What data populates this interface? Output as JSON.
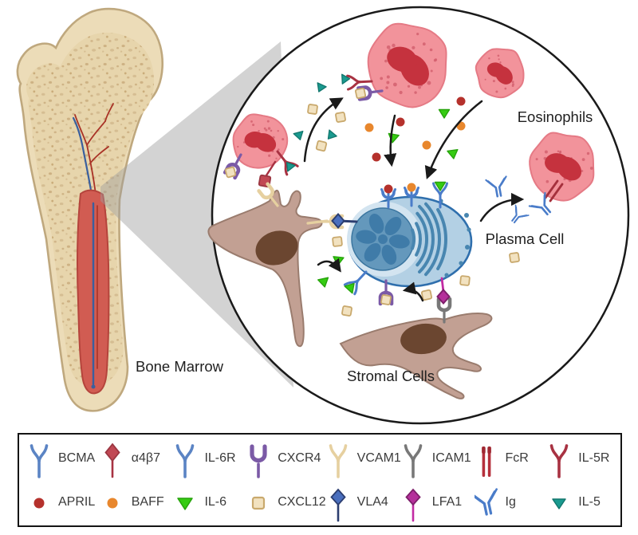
{
  "figure": {
    "description": "Bone marrow niche diagram: eosinophils and stromal cells supporting a plasma cell"
  },
  "labels": {
    "bone_marrow": "Bone Marrow",
    "eosinophils": "Eosinophils",
    "plasma_cell": "Plasma Cell",
    "stromal_cells": "Stromal Cells"
  },
  "legend": {
    "items": [
      {
        "label": "BCMA",
        "icon": "bcma-receptor-icon",
        "color": "#5b84c4"
      },
      {
        "label": "α4β7",
        "icon": "a4b7-integrin-icon",
        "color": "#b03a45"
      },
      {
        "label": "IL-6R",
        "icon": "il6r-receptor-icon",
        "color": "#5b84c4"
      },
      {
        "label": "CXCR4",
        "icon": "cxcr4-receptor-icon",
        "color": "#7b5aa6"
      },
      {
        "label": "VCAM1",
        "icon": "vcam1-receptor-icon",
        "color": "#e6d0a0"
      },
      {
        "label": "ICAM1",
        "icon": "icam1-receptor-icon",
        "color": "#787878"
      },
      {
        "label": "FcR",
        "icon": "fcr-receptor-icon",
        "color": "#b5303c"
      },
      {
        "label": "IL-5R",
        "icon": "il5r-receptor-icon",
        "color": "#a83242"
      },
      {
        "label": "APRIL",
        "icon": "april-ligand-icon",
        "color": "#b5312c"
      },
      {
        "label": "BAFF",
        "icon": "baff-ligand-icon",
        "color": "#e8872d"
      },
      {
        "label": "IL-6",
        "icon": "il6-ligand-icon",
        "color": "#35cc12"
      },
      {
        "label": "CXCL12",
        "icon": "cxcl12-ligand-icon",
        "color": "#f2e2c0"
      },
      {
        "label": "VLA4",
        "icon": "vla4-integrin-icon",
        "color": "#4a6fbe"
      },
      {
        "label": "LFA1",
        "icon": "lfa1-integrin-icon",
        "color": "#b5309b"
      },
      {
        "label": "Ig",
        "icon": "ig-antibody-icon",
        "color": "#4a7cc9"
      },
      {
        "label": "IL-5",
        "icon": "il5-ligand-icon",
        "color": "#1a9a8f"
      }
    ]
  },
  "colors": {
    "bone_cortex": "#ecdcb8",
    "bone_outline": "#bfa87e",
    "spongy_dot": "#cdb183",
    "marrow_red": "#d15c52",
    "marrow_border": "#b5443c",
    "eosinophil_body": "#f2939b",
    "eosinophil_border": "#e57a85",
    "eosinophil_nucleus": "#c5323e",
    "plasma_body": "#b3d0e4",
    "plasma_border": "#2f6fad",
    "plasma_nucleus": "#6498bc",
    "plasma_organelle": "#4886b0",
    "stromal_body": "#c2a093",
    "stromal_border": "#9a7c6e",
    "stromal_nucleus": "#6b4630",
    "arrow": "#1a1a1a",
    "wedge_gray": "#9e9e9e"
  }
}
